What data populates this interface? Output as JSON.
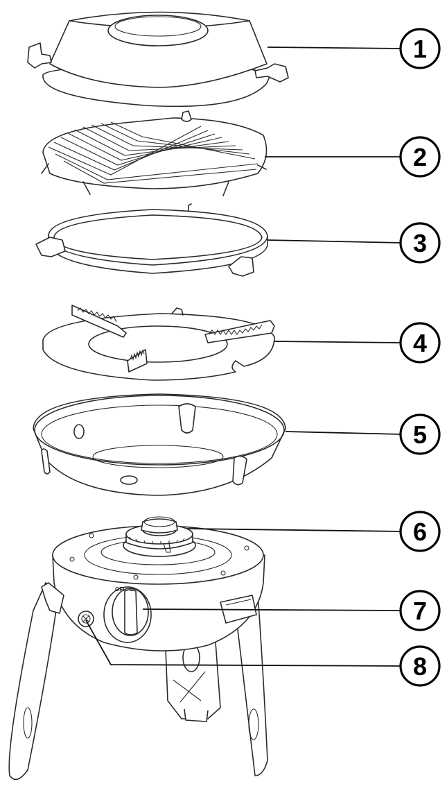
{
  "callouts": [
    {
      "number": "1"
    },
    {
      "number": "2"
    },
    {
      "number": "3"
    },
    {
      "number": "4"
    },
    {
      "number": "5"
    },
    {
      "number": "6"
    },
    {
      "number": "7"
    },
    {
      "number": "8"
    }
  ],
  "knob_label": "OFF"
}
